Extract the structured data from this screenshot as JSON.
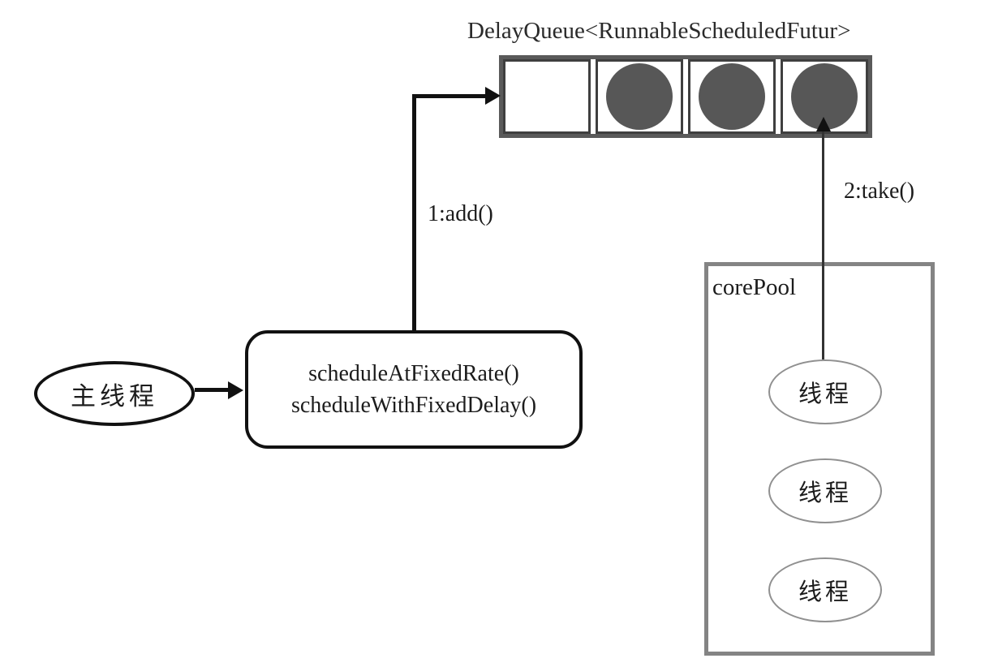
{
  "title": "DelayQueue<RunnableScheduledFutur>",
  "queue": {
    "cells": [
      {
        "filled": false
      },
      {
        "filled": true
      },
      {
        "filled": true
      },
      {
        "filled": true
      }
    ]
  },
  "arrows": {
    "add_label": "1:add()",
    "take_label": "2:take()"
  },
  "main_thread": {
    "label": "主线程"
  },
  "scheduler_box": {
    "line1": "scheduleAtFixedRate()",
    "line2": "scheduleWithFixedDelay()"
  },
  "core_pool": {
    "label": "corePool",
    "threads": [
      "线程",
      "线程",
      "线程"
    ]
  },
  "colors": {
    "queue_border": "#5a5a5a",
    "cell_border": "#3f3f3f",
    "task_fill": "#575757",
    "pool_border": "#848484",
    "line": "#111111"
  }
}
